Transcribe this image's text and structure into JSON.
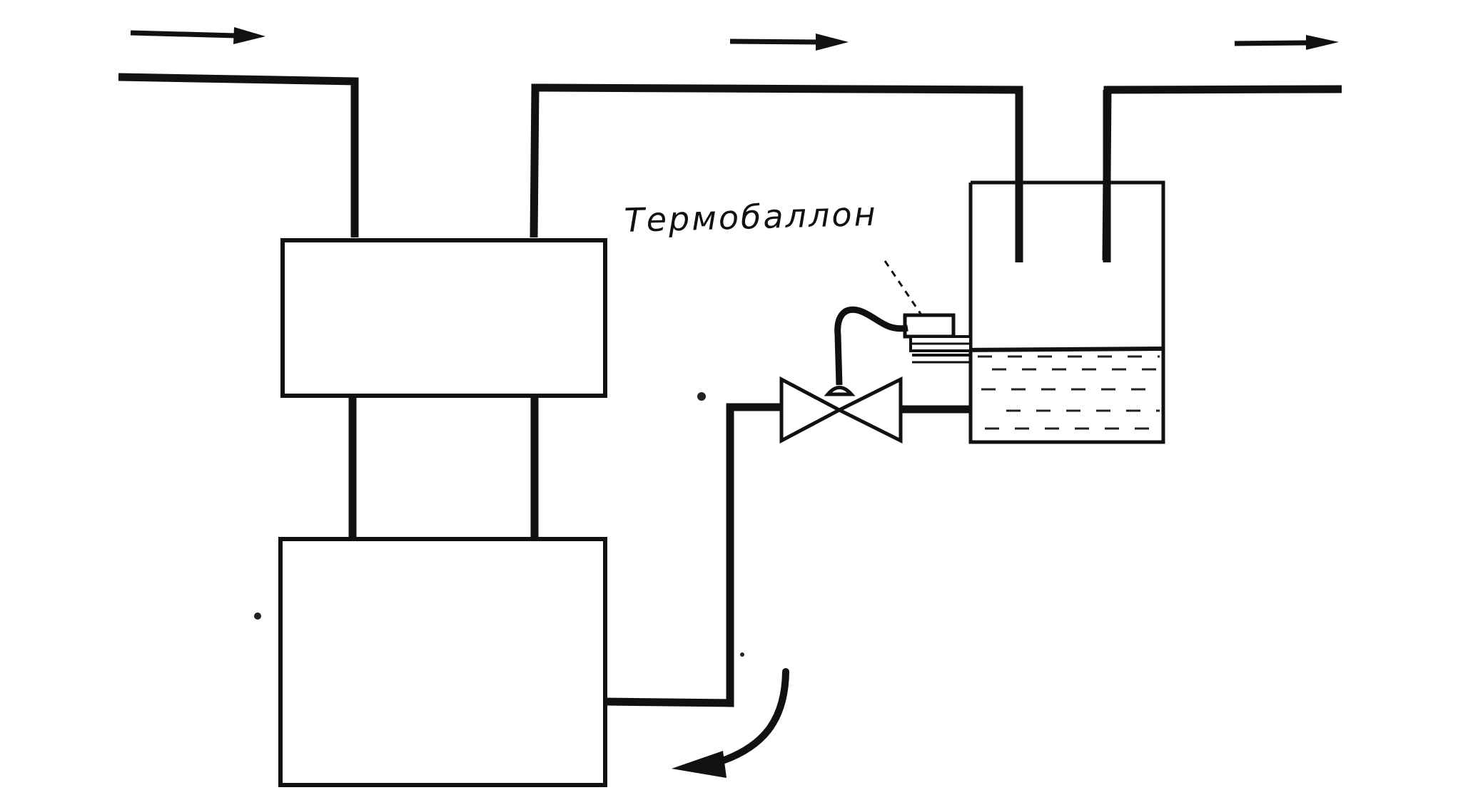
{
  "diagram": {
    "labels": {
      "thermal_bulb": "Термобаллон"
    },
    "colors": {
      "ink": "#111111",
      "paper": "#ffffff"
    },
    "icons": {
      "flow_arrow": "right-arrow",
      "return_arrow": "curved-arrow",
      "valve": "valve-symbol"
    }
  }
}
